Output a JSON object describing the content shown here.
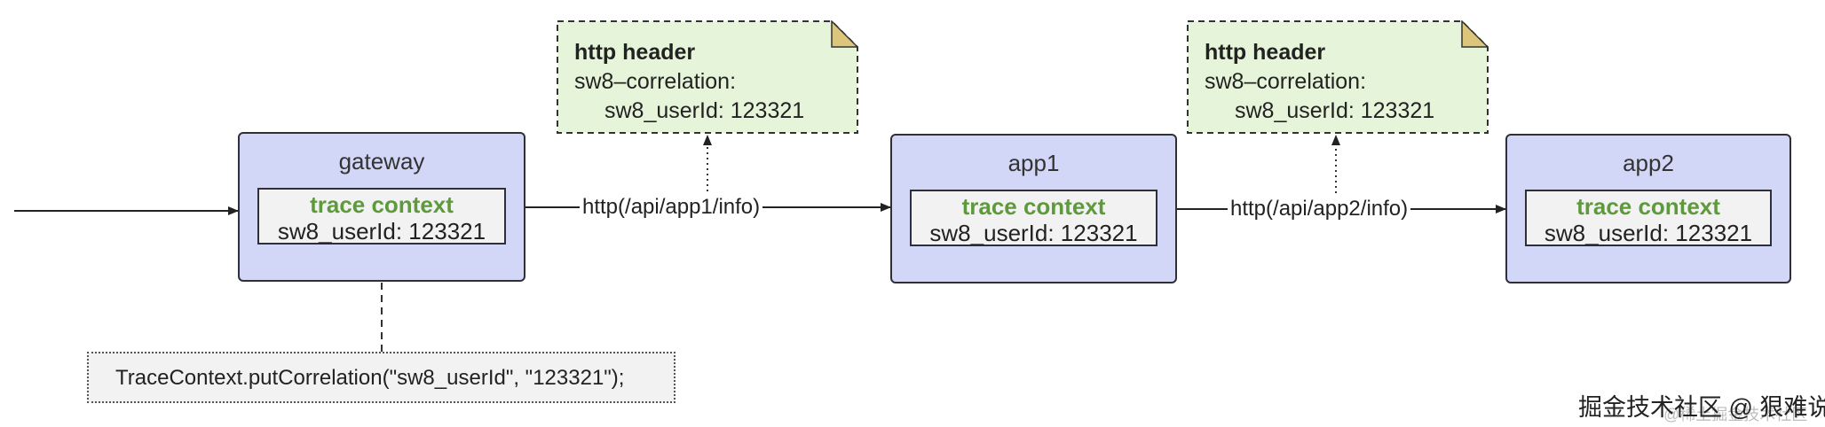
{
  "services": [
    {
      "title": "gateway",
      "context_header": "trace context",
      "context_value": "sw8_userId: 123321"
    },
    {
      "title": "app1",
      "context_header": "trace context",
      "context_value": "sw8_userId: 123321"
    },
    {
      "title": "app2",
      "context_header": "trace context",
      "context_value": "sw8_userId: 123321"
    }
  ],
  "notes": [
    {
      "title": "http header",
      "line1": "sw8–correlation:",
      "line2": "sw8_userId: 123321"
    },
    {
      "title": "http header",
      "line1": "sw8–correlation:",
      "line2": "sw8_userId: 123321"
    }
  ],
  "edges": [
    {
      "label": "http(/api/app1/info)"
    },
    {
      "label": "http(/api/app2/info)"
    }
  ],
  "code": "TraceContext.putCorrelation(\"sw8_userId\", \"123321\");",
  "watermark": "掘金技术社区 @ 狠难说",
  "watermark_faint": "@稀土掘金技术社区",
  "colors": {
    "service_fill": "#d3d7f7",
    "context_fill": "#f2f2f2",
    "context_header": "#5e9a3c",
    "note_fill": "#e6f5d9",
    "note_fold": "#dcc67c"
  }
}
